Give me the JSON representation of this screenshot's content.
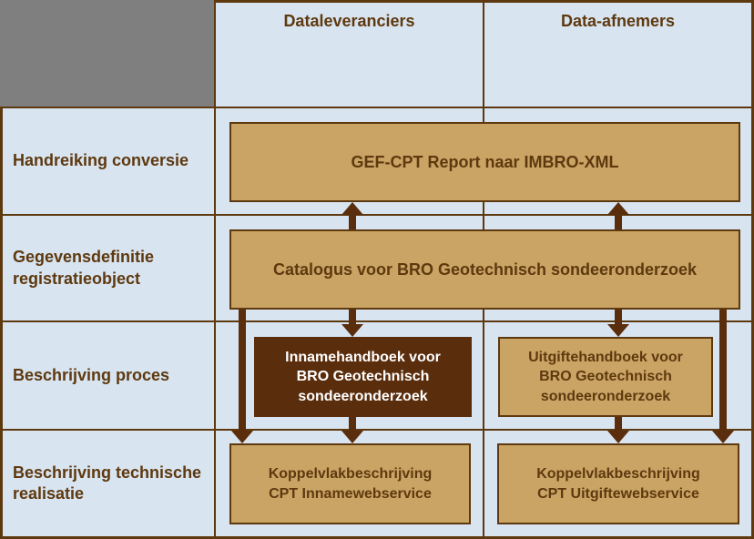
{
  "diagram": {
    "column_headers": [
      "Dataleveranciers",
      "Data-afnemers"
    ],
    "row_labels": [
      "Handreiking conversie",
      "Gegevensdefinitie\nregistratieobject",
      "Beschrijving proces",
      "Beschrijving technische\nrealisatie"
    ],
    "boxes": {
      "conversion": "GEF-CPT Report naar IMBRO-XML",
      "catalog": "Catalogus voor BRO Geotechnisch sondeeronderzoek",
      "intake_handbook": "Innamehandboek voor\nBRO Geotechnisch\nsondeeronderzoek",
      "delivery_handbook": "Uitgiftehandboek voor\nBRO Geotechnisch\nsondeeronderzoek",
      "intake_interface": "Koppelvlakbeschrijving\nCPT Innamewebservice",
      "delivery_interface": "Koppelvlakbeschrijving\nCPT Uitgiftewebservice"
    },
    "colors": {
      "background": "#D8E4F0",
      "grid_line": "#5E390F",
      "tan_fill": "#C9A464",
      "dark_fill": "#5A2D0C",
      "arrow": "#5A2D0C",
      "text_brown": "#5E390F",
      "text_white": "#FFFFFF",
      "gray_cell": "#7F7F7F"
    }
  }
}
